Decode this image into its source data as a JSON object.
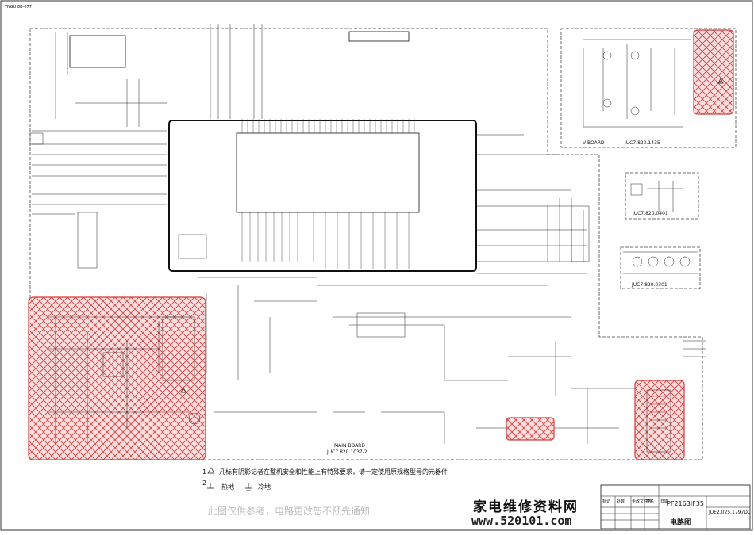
{
  "header_tag": "TNGU 8B-077",
  "boards": {
    "main": {
      "name": "MAIN BOARD",
      "code": "JUC7.820.1037-2"
    },
    "v": {
      "name": "V BOARD",
      "code": "JUC7.820.1435"
    },
    "b2": {
      "code": "JUC7.820.0401"
    },
    "b3": {
      "code": "JUC7.820.0301"
    }
  },
  "notes": {
    "n1_index": "1",
    "n1_text": "凡标有阴影记者在整机安全和性能上有特殊要求，请一定使用原规格型号的元器件",
    "n2_index": "2",
    "n2_hot": "热地",
    "n2_cold": "冷地"
  },
  "watermark": "此图仅供参考，电路更改恕不预先通知",
  "brand": "家电维修资料网",
  "url": "www.520101.com",
  "title_block": {
    "model": "PF2163IF35",
    "drawing_no": "JUE2.025.1797DL",
    "drawing_name": "电路图",
    "header_cells": [
      "标记",
      "处数",
      "更改文件号",
      "签名",
      "日期"
    ]
  },
  "colors": {
    "line": "#1a1a1a",
    "hatch": "#d83a3a",
    "hatch_fill": "#f7d6d6"
  }
}
